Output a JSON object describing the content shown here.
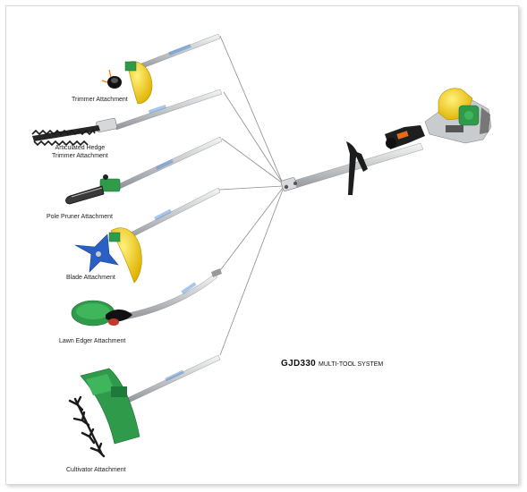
{
  "title": {
    "model": "GJD330",
    "system": "MULTI-TOOL SYSTEM"
  },
  "attachments": [
    {
      "label": "Trimmer Attachment",
      "icon": "string-trimmer-head-icon"
    },
    {
      "label_line1": "Articulated Hedge",
      "label_line2": "Trimmer Attachment",
      "icon": "hedge-trimmer-icon"
    },
    {
      "label": "Pole Pruner Attachment",
      "icon": "chainsaw-bar-icon"
    },
    {
      "label": "Blade Attachment",
      "icon": "brush-blade-icon"
    },
    {
      "label": "Lawn Edger Attachment",
      "icon": "edger-wheel-icon"
    },
    {
      "label": "Cultivator Attachment",
      "icon": "tiller-tines-icon"
    }
  ],
  "colors": {
    "guard_yellow": "#f2d21b",
    "engine_yellow": "#f0c419",
    "tool_green": "#2f9a4a",
    "blade_blue": "#2a5fc4",
    "shaft_grey": "#c9ccd0",
    "line_grey": "#8c8c8c"
  }
}
